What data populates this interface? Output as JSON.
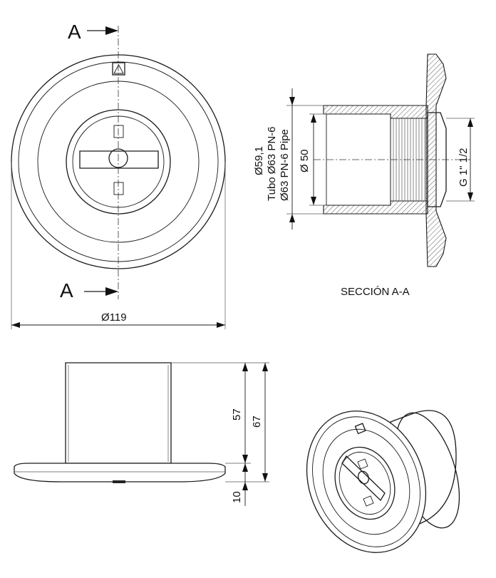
{
  "front_view": {
    "section_marker_top": "A",
    "section_marker_bottom": "A",
    "diameter_label": "Ø119"
  },
  "section_view": {
    "title": "SECCIÓN A-A",
    "dim_outer_lines": [
      "Ø59,1",
      "Tubo Ø63 PN-6",
      "Ø63 PN-6 Pipe"
    ],
    "dim_inner": "Ø 50",
    "dim_thread": "G 1\" 1/2"
  },
  "side_view": {
    "dim_body_height": "57",
    "dim_total_height": "67",
    "dim_flange": "10"
  },
  "colors": {
    "line": "#1a1a1a",
    "background": "#ffffff"
  }
}
